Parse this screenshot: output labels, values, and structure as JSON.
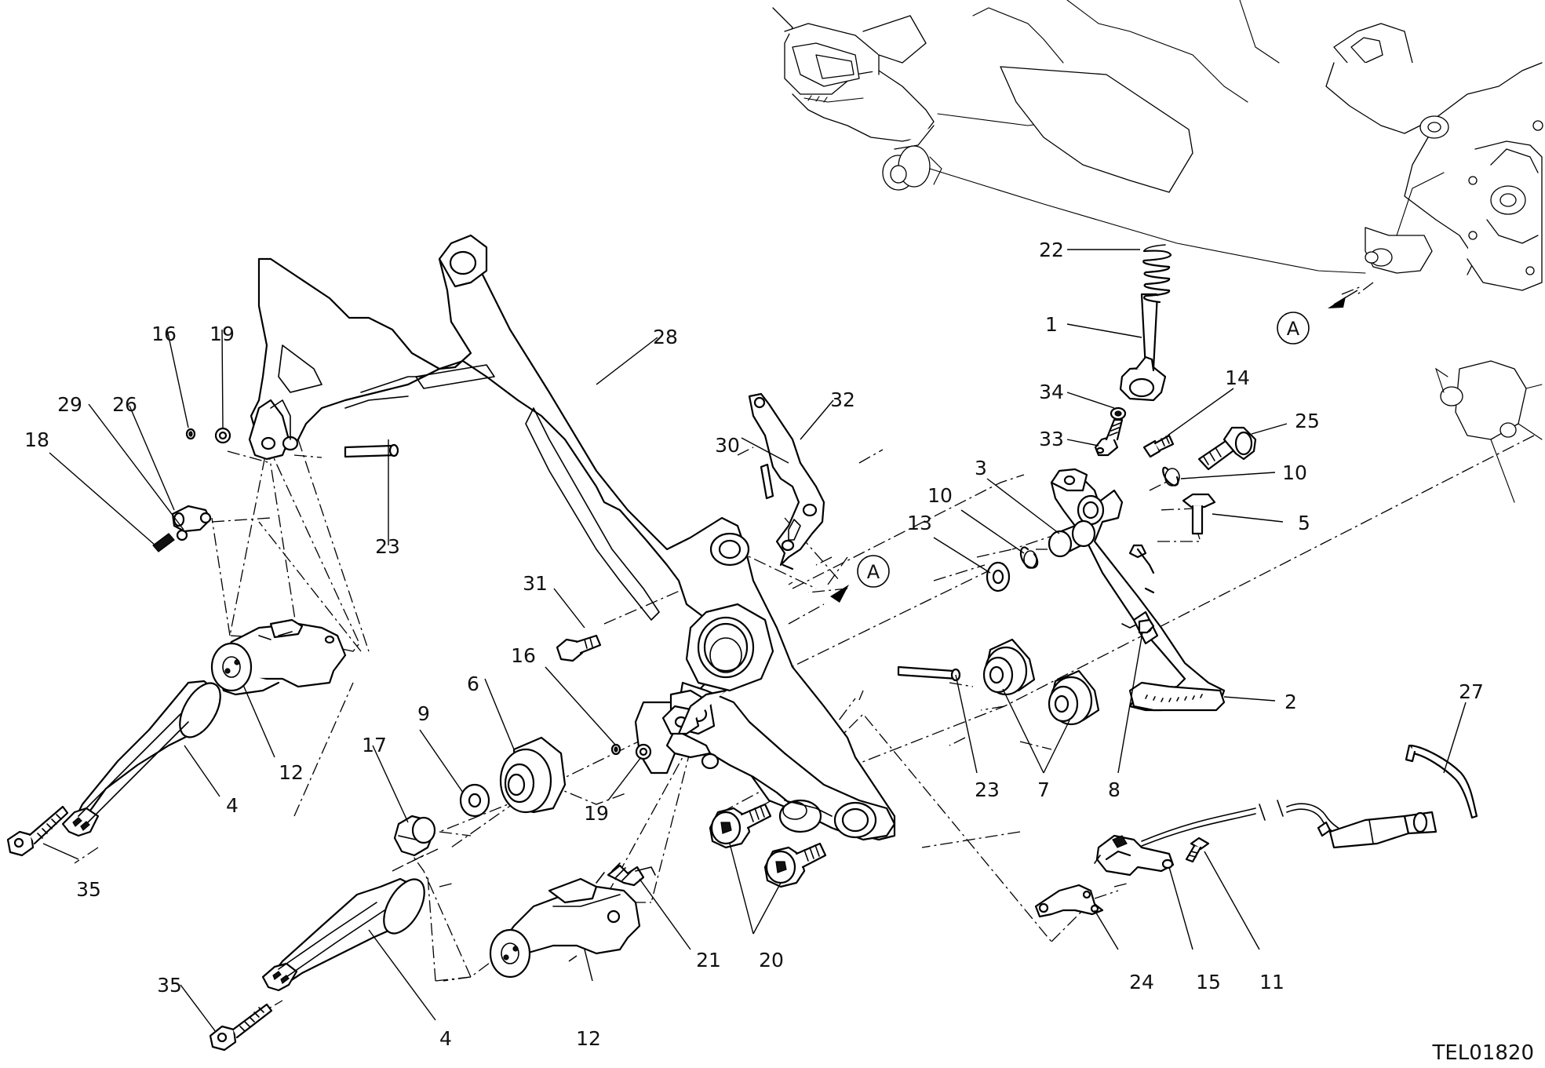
{
  "drawing": {
    "code": "TEL01820",
    "reference_marker": "A"
  },
  "callouts": [
    {
      "id": "c22",
      "label": "22"
    },
    {
      "id": "c1",
      "label": "1"
    },
    {
      "id": "c34",
      "label": "34"
    },
    {
      "id": "c14",
      "label": "14"
    },
    {
      "id": "c25",
      "label": "25"
    },
    {
      "id": "c33",
      "label": "33"
    },
    {
      "id": "c3",
      "label": "3"
    },
    {
      "id": "c10a",
      "label": "10"
    },
    {
      "id": "c10b",
      "label": "10"
    },
    {
      "id": "c5",
      "label": "5"
    },
    {
      "id": "c13",
      "label": "13"
    },
    {
      "id": "c2",
      "label": "2"
    },
    {
      "id": "c8",
      "label": "8"
    },
    {
      "id": "c7",
      "label": "7"
    },
    {
      "id": "c23a",
      "label": "23"
    },
    {
      "id": "c23b",
      "label": "23"
    },
    {
      "id": "c27",
      "label": "27"
    },
    {
      "id": "c28",
      "label": "28"
    },
    {
      "id": "c32",
      "label": "32"
    },
    {
      "id": "c30",
      "label": "30"
    },
    {
      "id": "c31",
      "label": "31"
    },
    {
      "id": "c16a",
      "label": "16"
    },
    {
      "id": "c16b",
      "label": "16"
    },
    {
      "id": "c19a",
      "label": "19"
    },
    {
      "id": "c19b",
      "label": "19"
    },
    {
      "id": "c29",
      "label": "29"
    },
    {
      "id": "c26",
      "label": "26"
    },
    {
      "id": "c18",
      "label": "18"
    },
    {
      "id": "c12a",
      "label": "12"
    },
    {
      "id": "c12b",
      "label": "12"
    },
    {
      "id": "c4a",
      "label": "4"
    },
    {
      "id": "c4b",
      "label": "4"
    },
    {
      "id": "c35a",
      "label": "35"
    },
    {
      "id": "c35b",
      "label": "35"
    },
    {
      "id": "c17",
      "label": "17"
    },
    {
      "id": "c9",
      "label": "9"
    },
    {
      "id": "c6",
      "label": "6"
    },
    {
      "id": "c21",
      "label": "21"
    },
    {
      "id": "c20",
      "label": "20"
    },
    {
      "id": "c24",
      "label": "24"
    },
    {
      "id": "c15",
      "label": "15"
    },
    {
      "id": "c11",
      "label": "11"
    }
  ]
}
